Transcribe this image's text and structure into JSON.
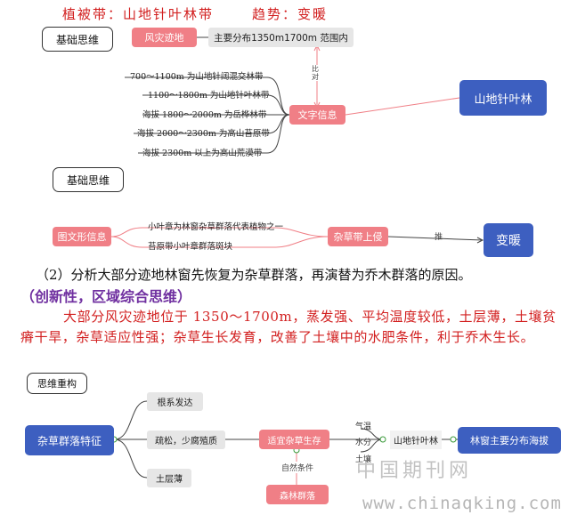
{
  "header": {
    "veg_zone": "植被带：山地针叶林带",
    "trend": "趋势：变暖"
  },
  "diagram1": {
    "tag": "基础思维",
    "source": "风灾迹地",
    "distribution": "主要分布1350m1700m 范围内",
    "compare_label": "比对",
    "text_info": "文字信息",
    "target": "山地针叶林",
    "zones": [
      "700～1100m 为山地针阔混交林带",
      "1100～1800m 为山地针叶林带",
      "海拔 1800～2000m 为岳桦林带",
      "海拔 2000～2300m 为高山苔原带",
      "海拔 2300m 以上为高山荒漠带"
    ]
  },
  "diagram2": {
    "tag": "基础思维",
    "image_info": "图文形信息",
    "fact1": "小叶章为林窗杂草群落代表植物之一",
    "fact2": "苔原带小叶章群落斑块",
    "weed_up": "杂草带上侵",
    "infer_label": "推",
    "result": "变暖"
  },
  "question": {
    "text": "（2）分析大部分迹地林窗先恢复为杂草群落，再演替为乔木群落的原因。",
    "tag": "（创新性，区域综合思维）",
    "answer": "大部分风灾迹地位于 1350～1700m，蒸发强、平均温度较低，土层薄，土壤贫瘠干旱，杂草适应性强；杂草生长发育，改善了土壤中的水肥条件，利于乔木生长。"
  },
  "diagram3": {
    "tag": "思维重构",
    "feature": "杂草群落特征",
    "traits": [
      "根系发达",
      "疏松，少腐殖质",
      "土层薄"
    ],
    "adapt": "适宜杂草生存",
    "natural_cond": "自然条件",
    "forest": "森林群落",
    "factors": [
      "气温",
      "水分",
      "土壤"
    ],
    "conifer": "山地针叶林",
    "gap": "林窗主要分布海拔"
  },
  "watermark": {
    "logo": "中国期刊网",
    "url": "www.chinaqking.com"
  },
  "colors": {
    "red": "#d21f1f",
    "pink": "#f07f86",
    "blue": "#3d5fc0",
    "purple": "#7030a0",
    "green": "#3a9a3a"
  }
}
